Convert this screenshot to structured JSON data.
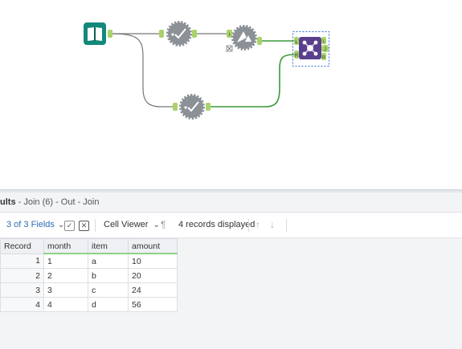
{
  "results": {
    "title_prefix": "ults",
    "title_rest": " - Join (6) - Out - Join"
  },
  "toolbar": {
    "fields_label": "3 of 3 Fields",
    "viewer_label": "Cell Viewer",
    "records_label": "4 records displayed"
  },
  "table": {
    "columns": [
      "Record",
      "month",
      "item",
      "amount"
    ],
    "rows": [
      {
        "record": "1",
        "month": "1",
        "item": "a",
        "amount": "10"
      },
      {
        "record": "2",
        "month": "2",
        "item": "b",
        "amount": "20"
      },
      {
        "record": "3",
        "month": "3",
        "item": "c",
        "amount": "24"
      },
      {
        "record": "4",
        "month": "4",
        "item": "d",
        "amount": "56"
      }
    ]
  },
  "workflow": {
    "tools": [
      {
        "name": "input-data-tool",
        "icon": "book-icon"
      },
      {
        "name": "select-tool-1",
        "icon": "check-gear-icon"
      },
      {
        "name": "select-tool-2",
        "icon": "check-gear-icon"
      },
      {
        "name": "filter-tool",
        "icon": "filter-icon"
      },
      {
        "name": "join-tool",
        "icon": "join-icon"
      }
    ],
    "anchor_labels": {
      "join_left": "L",
      "join_right": "R",
      "join_out_j": "J",
      "join_out_l": "L",
      "join_out_r": "R",
      "filter_in": "I"
    },
    "colors": {
      "input_tool": "#12897a",
      "select_tool": "#8b9196",
      "join_tool": "#5a3f8e",
      "anchor": "#a9d36b",
      "connection_green": "#3a9a3a",
      "connection_gray": "#777777"
    }
  }
}
